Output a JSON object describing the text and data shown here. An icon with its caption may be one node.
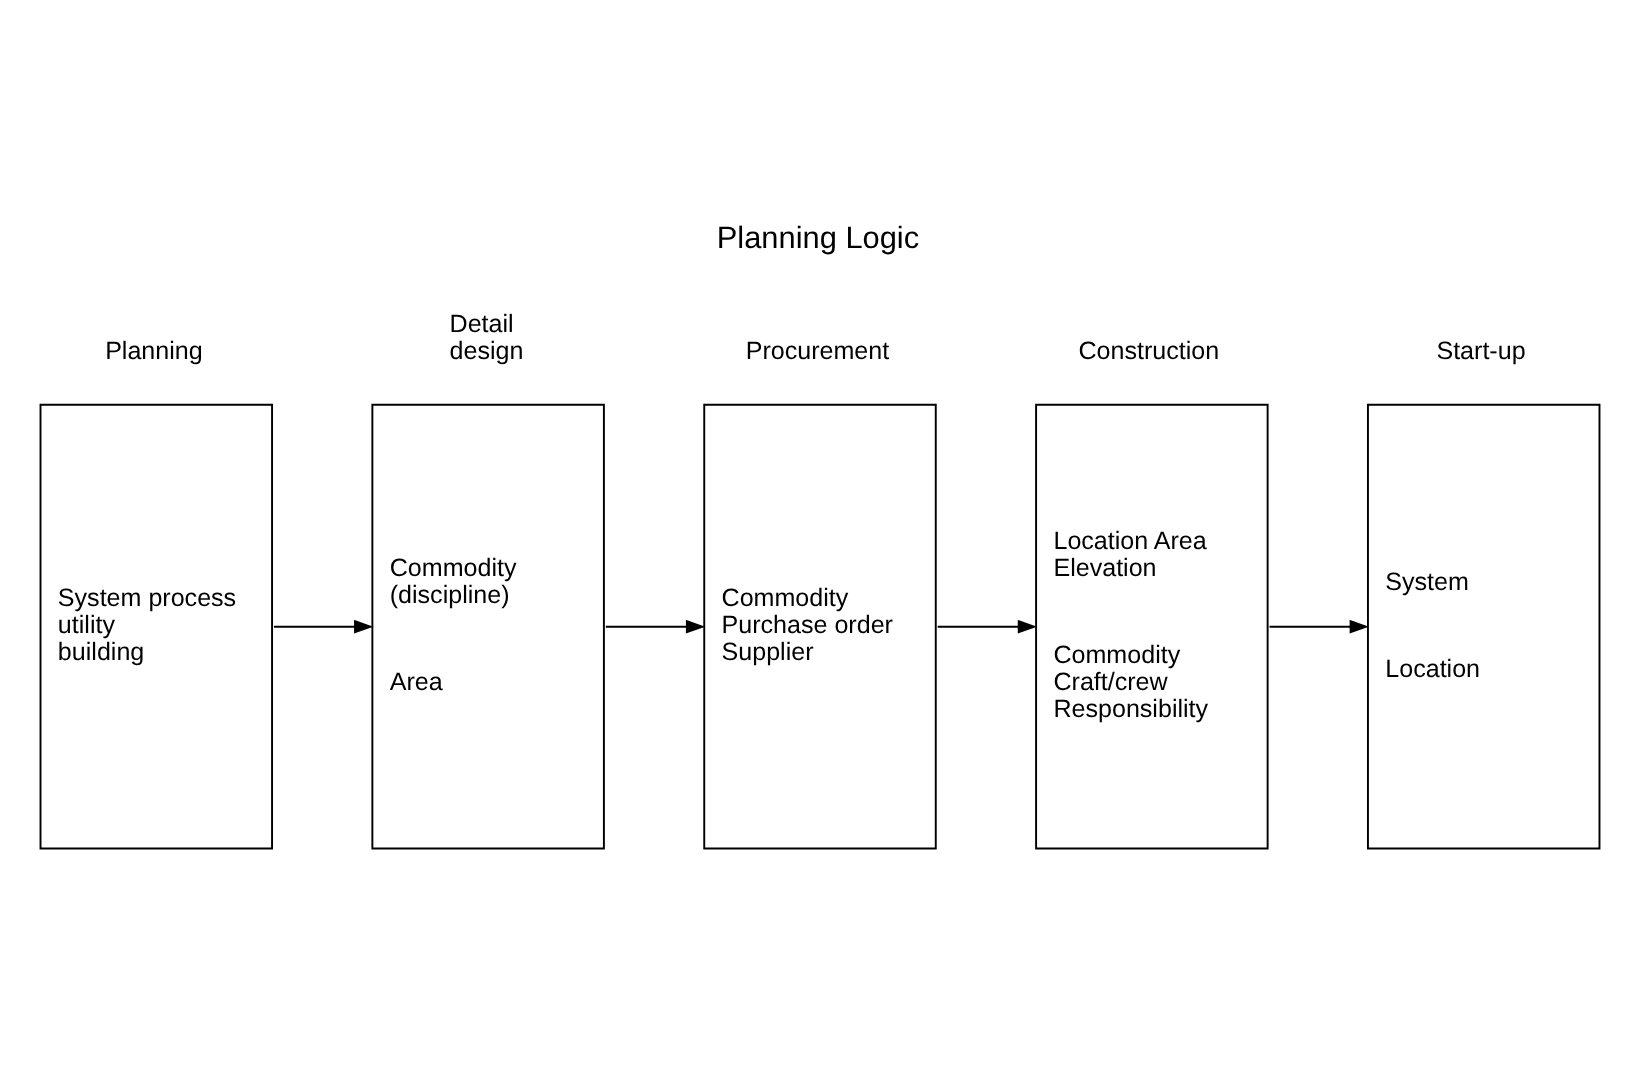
{
  "diagram": {
    "title": "Planning Logic",
    "nodes": [
      {
        "text": [
          "Planning",
          "System process utility building"
        ]
      },
      {
        "text": [
          "Detail design",
          "Commodity (discipline)",
          "Area"
        ]
      },
      {
        "text": [
          "Procurement",
          "Commodity Purchase order Supplier"
        ]
      },
      {
        "text": [
          "Construction",
          "Location Area Elevation",
          "Commodity Craft/crew Responsibility"
        ]
      },
      {
        "text": [
          "Start-up",
          "System",
          "Location"
        ]
      }
    ],
    "edges": [
      {
        "from": 0,
        "to": 1,
        "arrow": "to"
      },
      {
        "from": 1,
        "to": 2,
        "arrow": "to"
      },
      {
        "from": 2,
        "to": 3,
        "arrow": "to"
      },
      {
        "from": 3,
        "to": 4,
        "arrow": "to"
      }
    ]
  }
}
